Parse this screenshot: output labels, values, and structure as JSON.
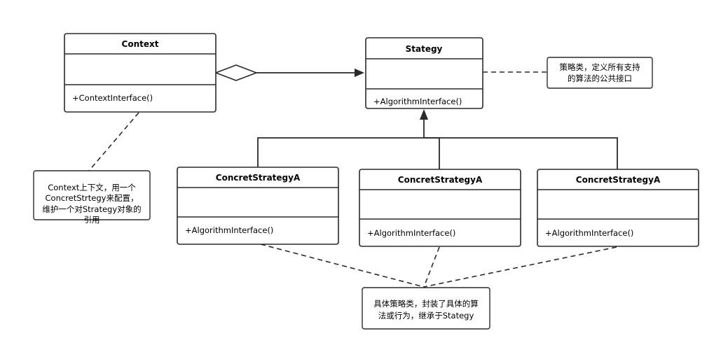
{
  "classes": {
    "context": {
      "name": "Context",
      "operation": "+ContextInterface()"
    },
    "strategy": {
      "name": "Stategy",
      "operation": "+AlgorithmInterface()"
    },
    "concrete_a1": {
      "name": "ConcretStrategyA",
      "operation": "+AlgorithmInterface()"
    },
    "concrete_a2": {
      "name": "ConcretStrategyA",
      "operation": "+AlgorithmInterface()"
    },
    "concrete_a3": {
      "name": "ConcretStrategyA",
      "operation": "+AlgorithmInterface()"
    }
  },
  "notes": {
    "context_note": {
      "lines": [
        "Context上下文，用一个",
        "ConcretStrtegy来配置，",
        "维护一个对Strategy对象的",
        "引用"
      ]
    },
    "strategy_note": {
      "lines": [
        "策略类，定义所有支持",
        "的算法的公共接口"
      ]
    },
    "concrete_note": {
      "lines": [
        "具体策略类，封装了具体的算",
        "法或行为，继承于Stategy"
      ]
    }
  }
}
